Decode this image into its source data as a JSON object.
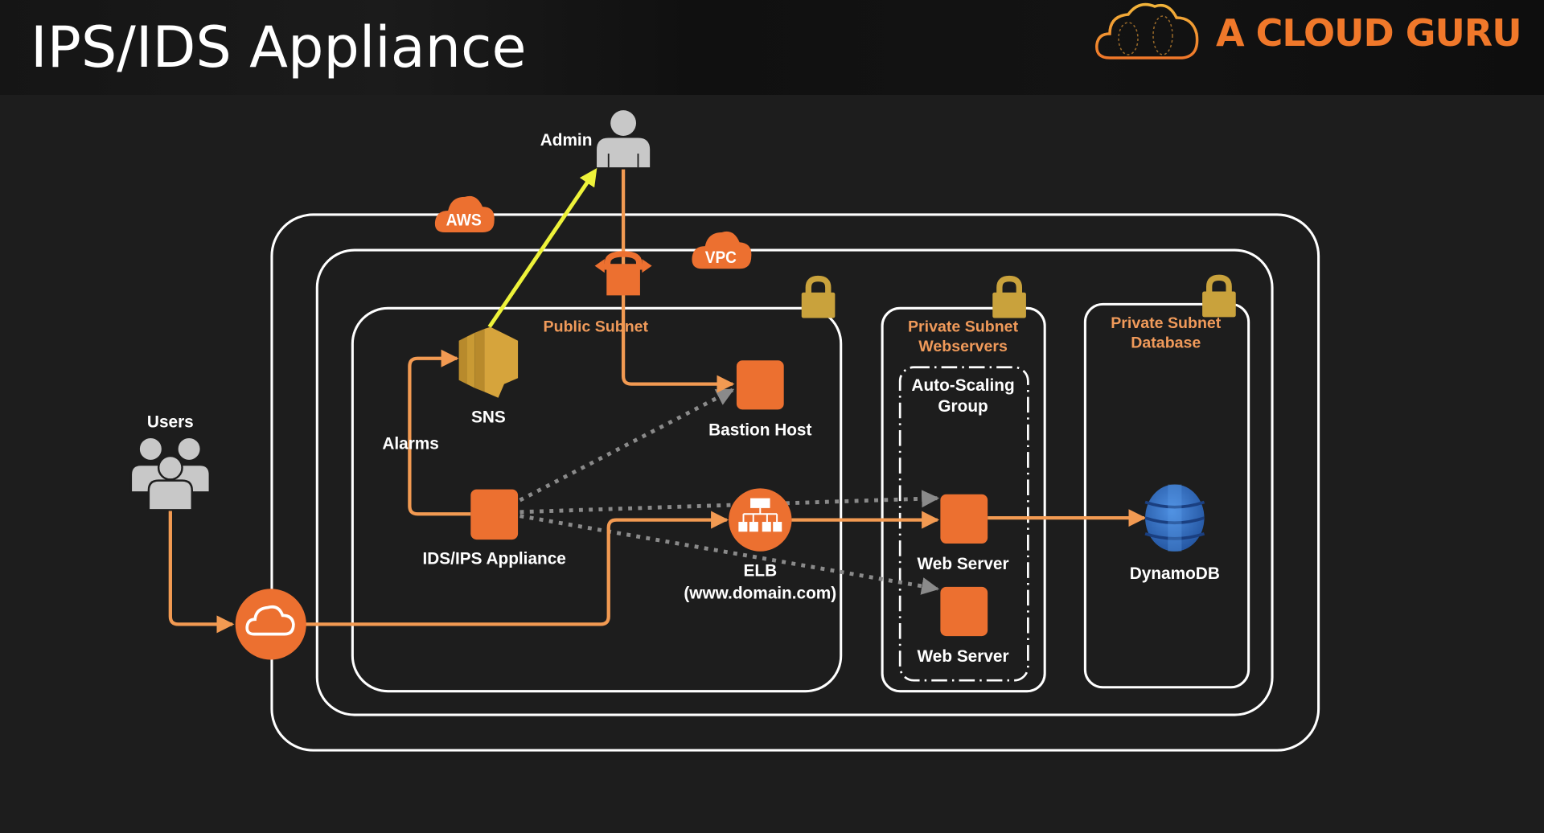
{
  "header": {
    "title": "IPS/IDS Appliance",
    "brand": "A CLOUD GURU",
    "brand_color": "#f0782a"
  },
  "colors": {
    "background": "#1d1d1d",
    "container_border": "#ffffff",
    "flow_line": "#f29a52",
    "alert_line": "#eef33a",
    "monitor_line": "#8a8a8a",
    "service_orange": "#ec7030",
    "lock_gold": "#c9a23c",
    "dynamo_blue": "#2f6ec8",
    "subnet_label": "#f09a5a"
  },
  "containers": {
    "aws": {
      "label": "AWS",
      "icon": "aws-cloud-badge"
    },
    "vpc": {
      "label": "VPC",
      "icon": "vpc-cloud-badge"
    },
    "public_subnet": {
      "label": "Public Subnet",
      "icon": "lock-icon"
    },
    "private_web": {
      "label_line1": "Private Subnet",
      "label_line2": "Webservers",
      "icon": "lock-icon"
    },
    "private_db": {
      "label_line1": "Private Subnet",
      "label_line2": "Database",
      "icon": "lock-icon"
    },
    "asg": {
      "label_line1": "Auto-Scaling",
      "label_line2": "Group"
    }
  },
  "nodes": {
    "admin": {
      "label": "Admin",
      "icon": "user-icon"
    },
    "users": {
      "label": "Users",
      "icon": "users-group-icon"
    },
    "sns": {
      "label": "SNS",
      "icon": "sns-icon"
    },
    "alarms": {
      "label": "Alarms"
    },
    "bastion": {
      "label": "Bastion Host",
      "icon": "instance-icon"
    },
    "ids": {
      "label": "IDS/IPS Appliance",
      "icon": "instance-icon"
    },
    "elb": {
      "label_line1": "ELB",
      "label_line2": "(www.domain.com)",
      "icon": "load-balancer-icon"
    },
    "web1": {
      "label": "Web Server",
      "icon": "instance-icon"
    },
    "web2": {
      "label": "Web Server",
      "icon": "instance-icon"
    },
    "dynamodb": {
      "label": "DynamoDB",
      "icon": "dynamodb-icon"
    },
    "igw": {
      "icon": "internet-gateway-icon"
    },
    "vgw": {
      "icon": "vpn-gateway-lock-icon"
    }
  },
  "edges": [
    {
      "from": "users",
      "to": "igw",
      "style": "solid-orange"
    },
    {
      "from": "igw",
      "to": "elb",
      "style": "solid-orange"
    },
    {
      "from": "elb",
      "to": "web1",
      "style": "solid-orange"
    },
    {
      "from": "web1",
      "to": "dynamodb",
      "style": "solid-orange"
    },
    {
      "from": "admin",
      "to": "bastion",
      "style": "solid-orange",
      "via": "vgw"
    },
    {
      "from": "ids",
      "to": "sns",
      "style": "solid-orange",
      "label": "Alarms"
    },
    {
      "from": "sns",
      "to": "admin",
      "style": "solid-yellow"
    },
    {
      "from": "ids",
      "to": "bastion",
      "style": "dotted-gray"
    },
    {
      "from": "ids",
      "to": "web1",
      "style": "dotted-gray"
    },
    {
      "from": "ids",
      "to": "web2",
      "style": "dotted-gray"
    }
  ]
}
